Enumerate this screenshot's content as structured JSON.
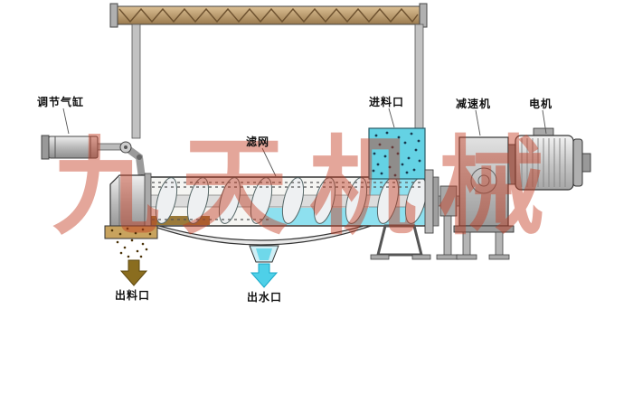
{
  "watermark": {
    "text": "九天机械",
    "color": "#c43a1e"
  },
  "labels": {
    "adjust_cylinder": "调节气缸",
    "filter_screen": "滤网",
    "feed_inlet": "进料口",
    "reducer": "减速机",
    "motor": "电机",
    "discharge_outlet": "出料口",
    "water_outlet": "出水口"
  },
  "colors": {
    "feed_water": "#64d2e4",
    "drum_water": "#8ee0ef",
    "water_arrow": "#4ed0e8",
    "sludge_arrow": "#8a6d1f",
    "beam_wood": "#c9a873",
    "metal_grey": "#c9c9c9"
  }
}
